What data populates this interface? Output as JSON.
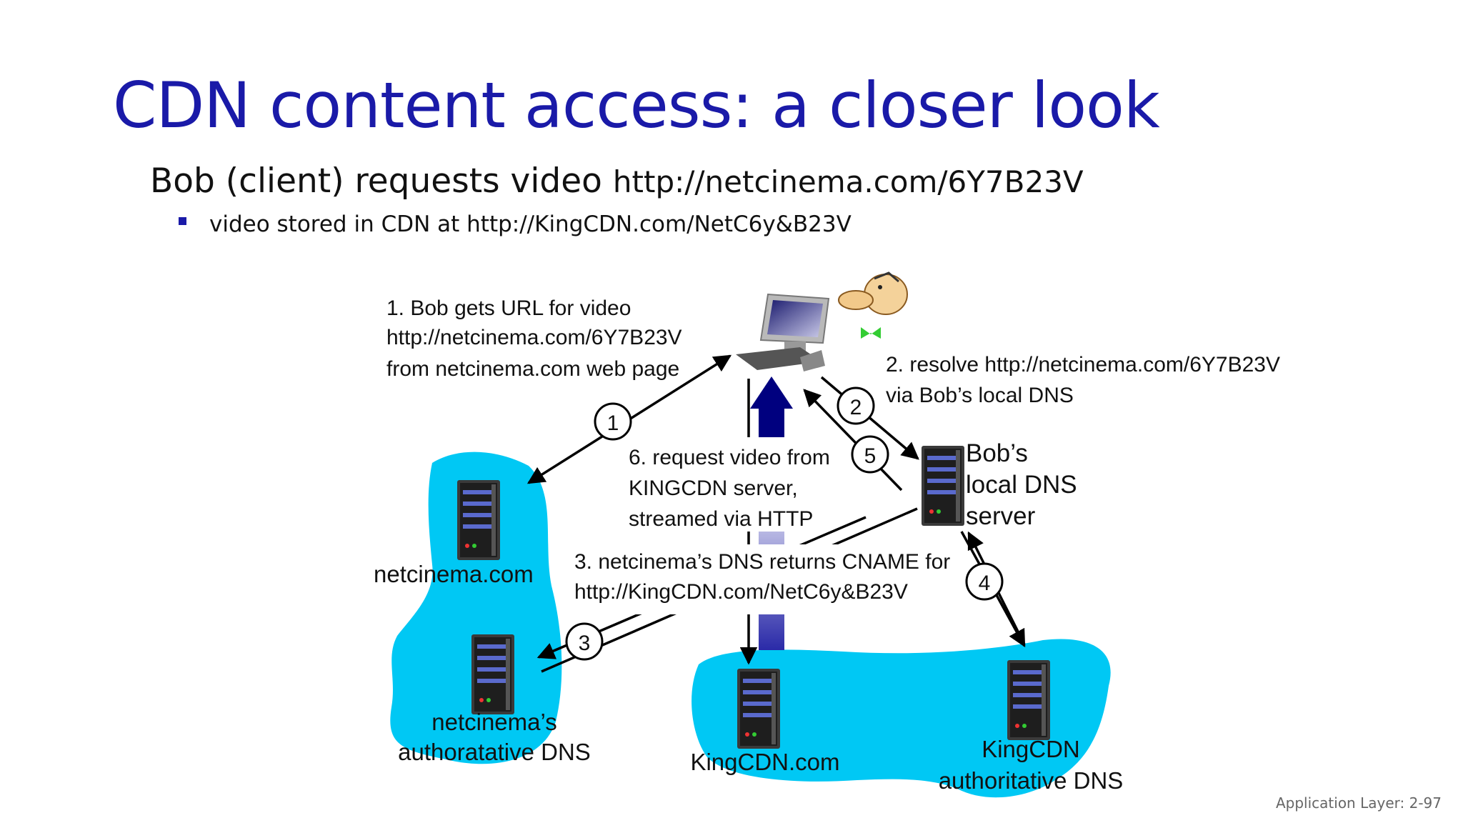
{
  "slide": {
    "title": "CDN content access: a closer look",
    "subtitle_prefix": "Bob (client) requests video ",
    "subtitle_url": "http://netcinema.com/6Y7B23V",
    "bullet": "video stored in CDN at http://KingCDN.com/NetC6y&B23V",
    "footer": "Application Layer: 2-97"
  },
  "diagram": {
    "step1": [
      "1. Bob gets URL for video",
      "http://netcinema.com/6Y7B23V",
      "from netcinema.com web page"
    ],
    "step2": [
      "2. resolve http://netcinema.com/6Y7B23V",
      "via Bob’s local DNS"
    ],
    "step3": [
      "3. netcinema’s DNS returns CNAME for",
      "http://KingCDN.com/NetC6y&B23V"
    ],
    "step6": [
      "6. request video from",
      "KINGCDN server,",
      "streamed via HTTP"
    ],
    "nodes": {
      "netcinema": "netcinema.com",
      "netcinema_dns": [
        "netcinema’s",
        "authoratative DNS"
      ],
      "local_dns": [
        "Bob’s",
        "local DNS",
        "server"
      ],
      "kingcdn": "KingCDN.com",
      "kingcdn_dns": [
        "KingCDN",
        "authoritative DNS"
      ]
    },
    "circles": [
      "1",
      "2",
      "3",
      "4",
      "5"
    ],
    "colors": {
      "cloud": "#00c8f4",
      "arrow_blue": "#00007f",
      "title": "#1a1aa8"
    }
  }
}
